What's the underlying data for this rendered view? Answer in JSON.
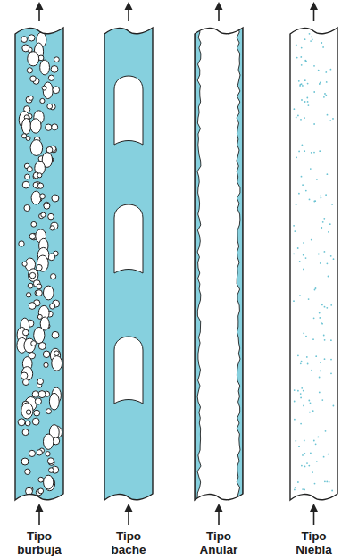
{
  "diagram": {
    "labels": [
      "Tipo burbuja",
      "Tipo bache",
      "Tipo Anular",
      "Tipo Niebla"
    ]
  }
}
